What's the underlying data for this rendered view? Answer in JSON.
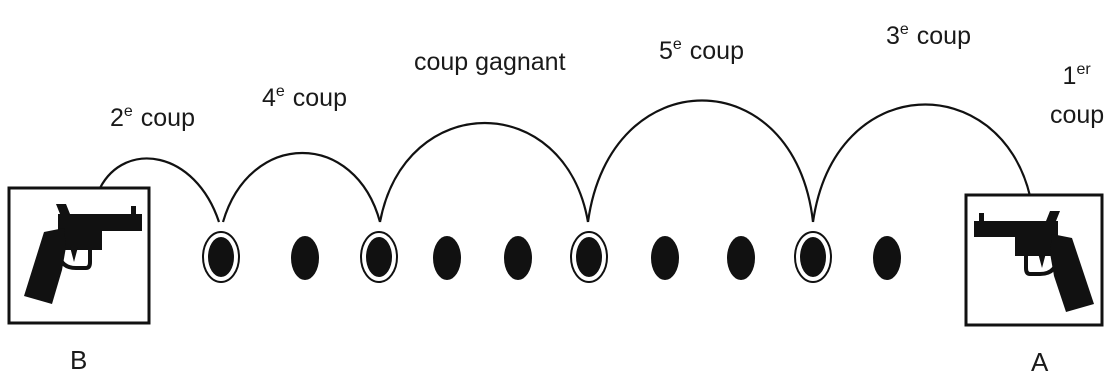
{
  "labels": {
    "shot2_num": "2",
    "shot2_sup": "e",
    "shot2_word": "coup",
    "shot4_num": "4",
    "shot4_sup": "e",
    "shot4_word": "coup",
    "winning": "coup gagnant",
    "shot5_num": "5",
    "shot5_sup": "e",
    "shot5_word": "coup",
    "shot3_num": "3",
    "shot3_sup": "e",
    "shot3_word": "coup",
    "shot1_num": "1",
    "shot1_sup": "er",
    "shot1_word": "coup"
  },
  "guns": {
    "left_letter": "B",
    "right_letter": "A"
  },
  "holes": {
    "count": 10,
    "ringed": [
      1,
      3,
      6,
      9
    ]
  },
  "colors": {
    "ink": "#111111",
    "background": "#ffffff"
  }
}
